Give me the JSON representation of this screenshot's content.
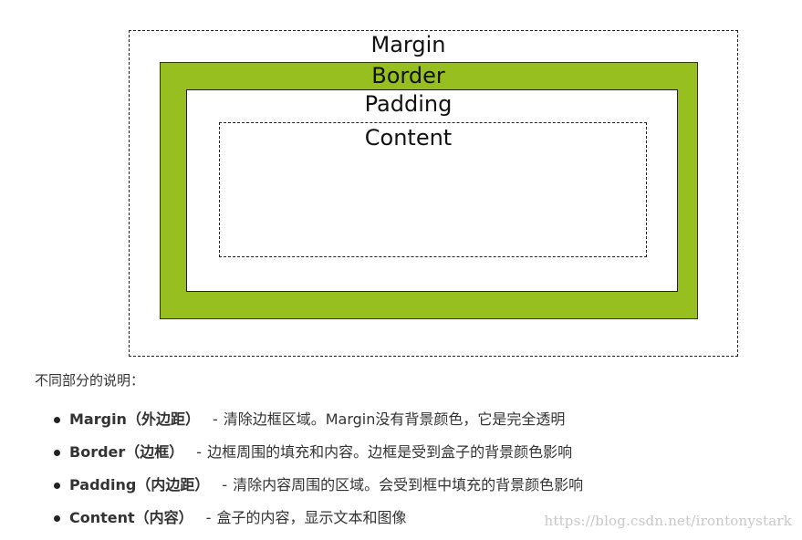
{
  "diagram": {
    "margin_label": "Margin",
    "border_label": "Border",
    "padding_label": "Padding",
    "content_label": "Content",
    "border_color": "#96bf1f"
  },
  "text": {
    "intro": "不同部分的说明：",
    "items": [
      {
        "term": "Margin（外边距）",
        "dash": "-",
        "definition": "清除边框区域。Margin没有背景颜色，它是完全透明"
      },
      {
        "term": "Border（边框）",
        "dash": "-",
        "definition": "边框周围的填充和内容。边框是受到盒子的背景颜色影响"
      },
      {
        "term": "Padding（内边距）",
        "dash": "-",
        "definition": "清除内容周围的区域。会受到框中填充的背景颜色影响"
      },
      {
        "term": "Content（内容）",
        "dash": "-",
        "definition": "盒子的内容，显示文本和图像"
      }
    ]
  },
  "watermark": "https://blog.csdn.net/irontonystark"
}
